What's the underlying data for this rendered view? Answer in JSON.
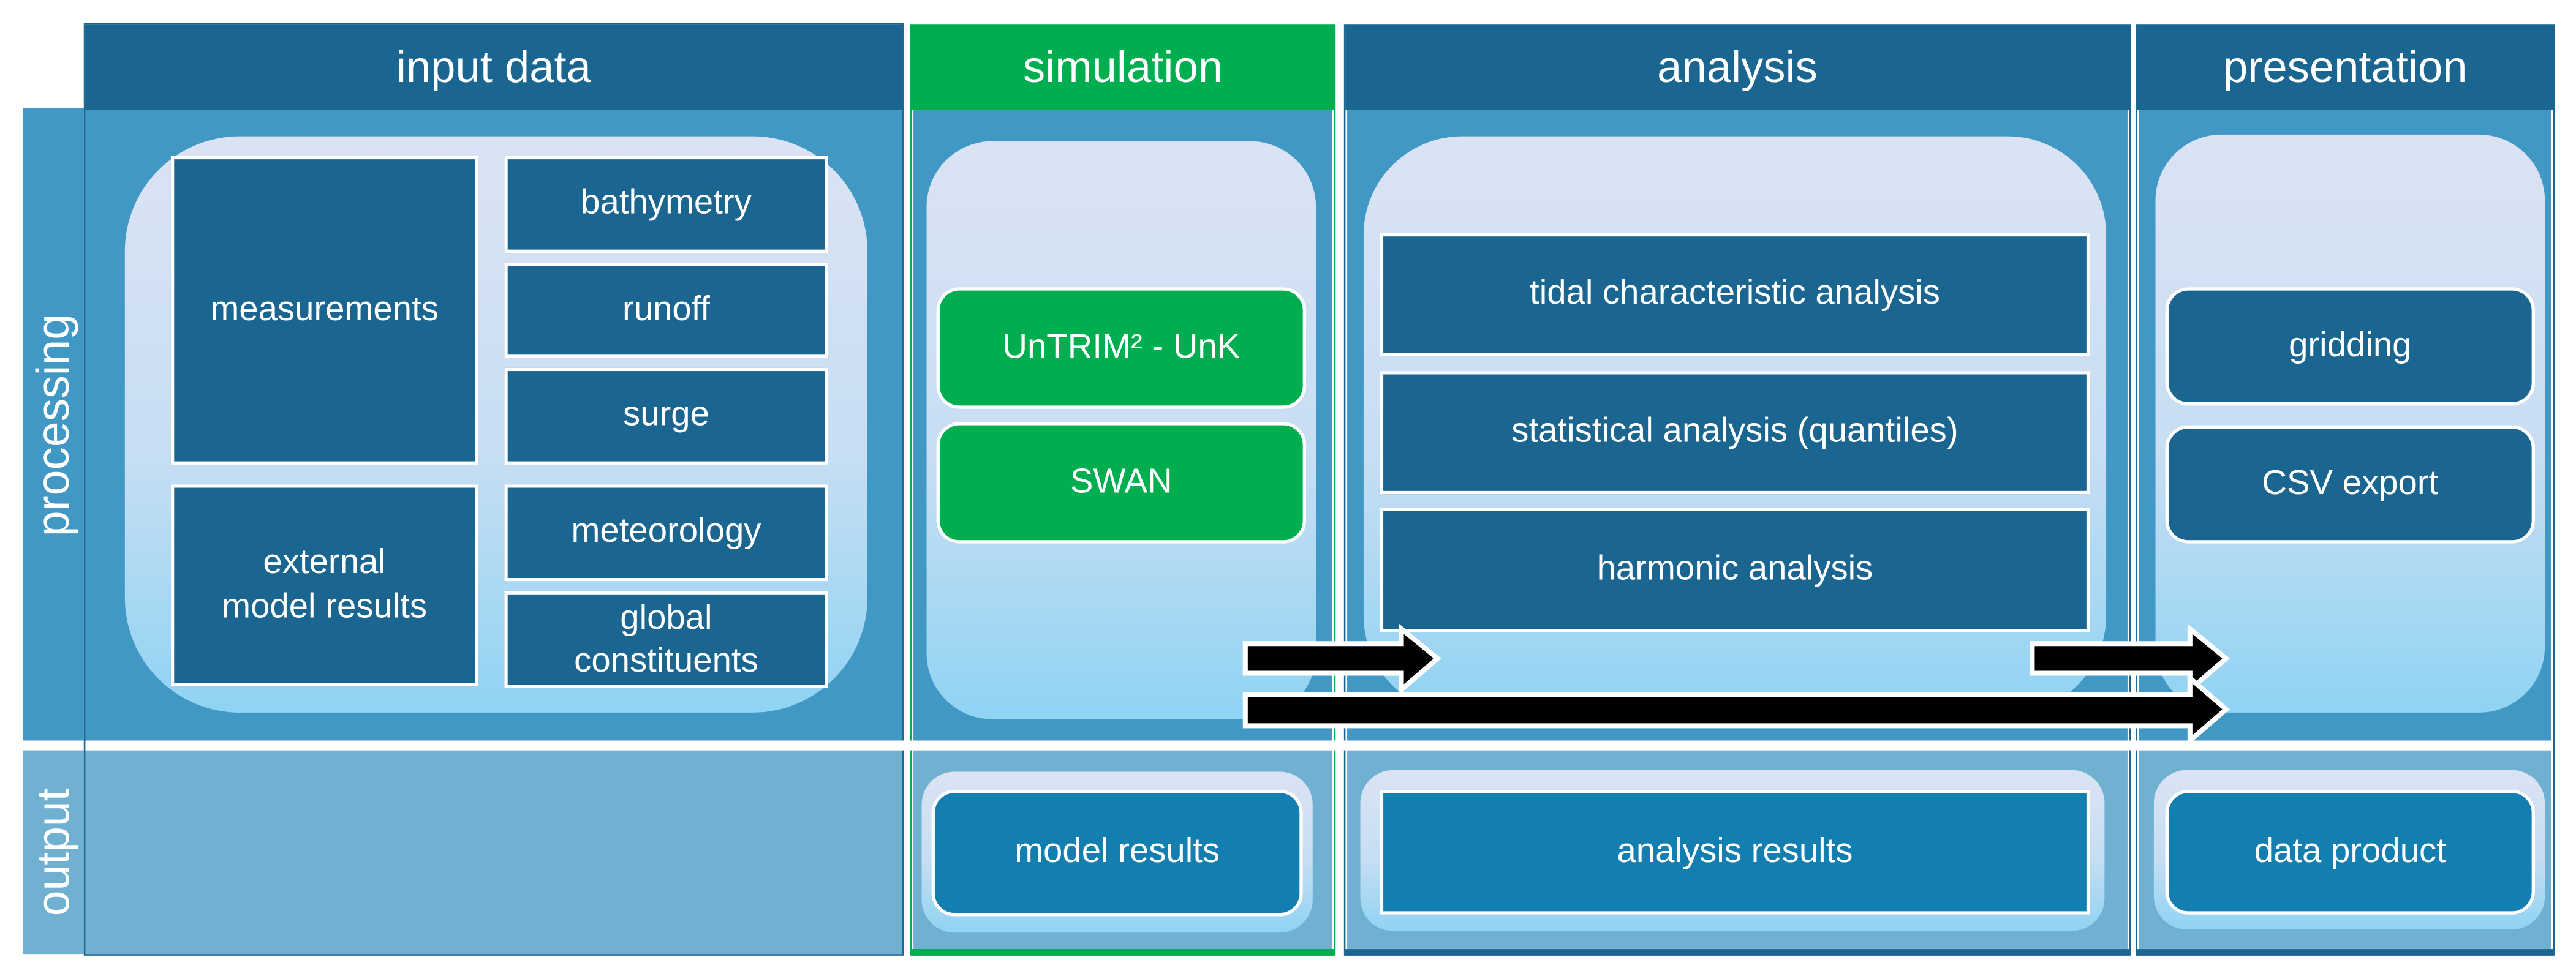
{
  "rows": {
    "processing": "processing",
    "output": "output"
  },
  "columns": {
    "input": {
      "title": "input data",
      "items": {
        "measurements": "measurements",
        "bathymetry": "bathymetry",
        "runoff": "runoff",
        "surge": "surge",
        "external": "external\nmodel results",
        "meteorology": "meteorology",
        "global": "global\nconstituents"
      }
    },
    "simulation": {
      "title": "simulation",
      "items": [
        "UnTRIM² - UnK",
        "SWAN"
      ],
      "output": "model results"
    },
    "analysis": {
      "title": "analysis",
      "items": [
        "tidal characteristic analysis",
        "statistical analysis (quantiles)",
        "harmonic analysis"
      ],
      "output": "analysis results"
    },
    "presentation": {
      "title": "presentation",
      "items": [
        "gridding",
        "CSV export"
      ],
      "output": "data product"
    }
  },
  "colors": {
    "header_blue": "#1b6690",
    "simulation_green": "#00ad4f",
    "processing_bg": "#4198c4",
    "output_bg": "#70b0d0",
    "result_box": "#137fb1",
    "arrow": "#000000"
  },
  "arrows": [
    {
      "from": "simulation",
      "to": "analysis"
    },
    {
      "from": "analysis",
      "to": "presentation"
    },
    {
      "from": "simulation",
      "to": "presentation"
    }
  ]
}
